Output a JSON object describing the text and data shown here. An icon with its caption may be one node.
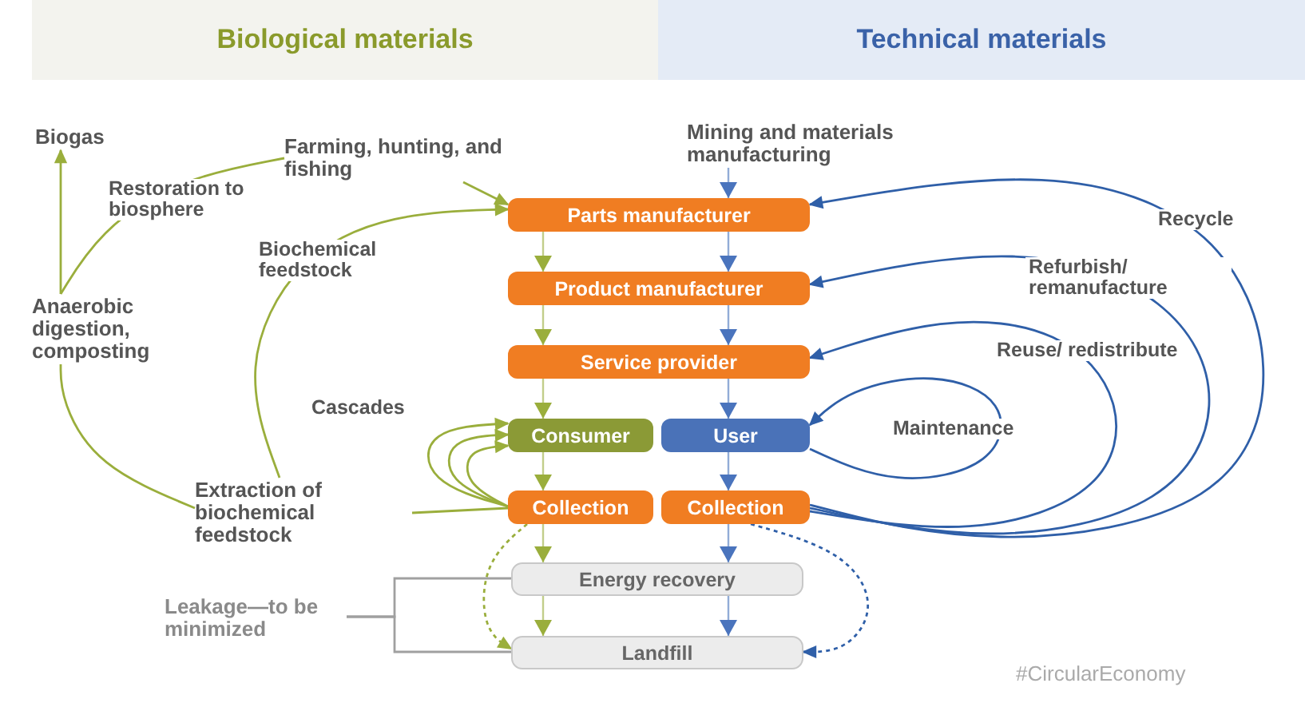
{
  "diagram": {
    "nodes": [
      {
        "text": [
          "Biological materials"
        ]
      },
      {
        "text": [
          "Technical materials"
        ]
      },
      {
        "text": [
          "Biogas"
        ]
      },
      {
        "text": [
          "Farming, hunting, and fishing"
        ]
      },
      {
        "text": [
          "Mining and materials manufacturing"
        ]
      },
      {
        "text": [
          "Parts manufacturer"
        ]
      },
      {
        "text": [
          "Product manufacturer"
        ]
      },
      {
        "text": [
          "Service provider"
        ]
      },
      {
        "text": [
          "Anaerobic digestion, composting"
        ]
      },
      {
        "text": [
          "Consumer"
        ]
      },
      {
        "text": [
          "User"
        ]
      },
      {
        "text": [
          "Extraction of biochemical feedstock"
        ]
      },
      {
        "text": [
          "Collection"
        ]
      },
      {
        "text": [
          "Collection"
        ]
      },
      {
        "text": [
          "Energy recovery"
        ]
      },
      {
        "text": [
          "Leakage—to be minimized"
        ]
      },
      {
        "text": [
          "Landfill"
        ]
      }
    ],
    "edges": [
      {
        "from": 4,
        "to": 5,
        "arrow": "to",
        "color": "#4a74bd"
      },
      {
        "from": 5,
        "to": 6,
        "arrow": "to"
      },
      {
        "from": 5,
        "to": 6,
        "arrow": "to",
        "color": "#4a74bd"
      },
      {
        "from": 6,
        "to": 7,
        "arrow": "to"
      },
      {
        "from": 6,
        "to": 7,
        "arrow": "to",
        "color": "#4a74bd"
      },
      {
        "from": 7,
        "to": 9,
        "arrow": "to"
      },
      {
        "from": 7,
        "to": 10,
        "arrow": "to",
        "color": "#4a74bd"
      },
      {
        "from": 9,
        "to": 12,
        "arrow": "to"
      },
      {
        "from": 10,
        "to": 13,
        "arrow": "to",
        "color": "#4a74bd"
      },
      {
        "from": 12,
        "to": 14,
        "arrow": "to"
      },
      {
        "from": 13,
        "to": 14,
        "arrow": "to",
        "color": "#4a74bd"
      },
      {
        "from": 14,
        "to": 16,
        "arrow": "to"
      },
      {
        "from": 14,
        "to": 16,
        "arrow": "to",
        "color": "#4a74bd"
      },
      {
        "from": 3,
        "to": 5,
        "arrow": "to"
      },
      {
        "from": 8,
        "to": 3,
        "arrow": "none",
        "label": "Restoration to biosphere"
      },
      {
        "from": 8,
        "to": 2,
        "arrow": "to"
      },
      {
        "from": 11,
        "to": 8,
        "arrow": "none"
      },
      {
        "from": 11,
        "to": 5,
        "arrow": "to",
        "label": "Biochemical feedstock"
      },
      {
        "from": 12,
        "to": 11,
        "arrow": "none"
      },
      {
        "from": 12,
        "to": 9,
        "arrow": "to",
        "label": "Cascades"
      },
      {
        "from": 12,
        "to": 9,
        "arrow": "to"
      },
      {
        "from": 12,
        "to": 9,
        "arrow": "to"
      },
      {
        "from": 12,
        "to": 16,
        "arrow": "to",
        "style": "dashed"
      },
      {
        "from": 13,
        "to": 5,
        "arrow": "to",
        "label": "Recycle",
        "color": "#2f5fa8"
      },
      {
        "from": 13,
        "to": 6,
        "arrow": "to",
        "label": "Refurbish/ remanufacture",
        "color": "#2f5fa8"
      },
      {
        "from": 13,
        "to": 7,
        "arrow": "to",
        "label": "Reuse/ redistribute",
        "color": "#2f5fa8"
      },
      {
        "from": 10,
        "to": 10,
        "arrow": "to",
        "label": "Maintenance",
        "color": "#2f5fa8"
      },
      {
        "from": 13,
        "to": 16,
        "arrow": "to",
        "style": "dashed",
        "color": "#2f5fa8"
      },
      {
        "from": 15,
        "to": 14,
        "arrow": "none",
        "color": "#a0a0a0"
      },
      {
        "from": 15,
        "to": 16,
        "arrow": "none",
        "color": "#a0a0a0"
      }
    ],
    "labels": [
      "#CircularEconomy"
    ]
  }
}
